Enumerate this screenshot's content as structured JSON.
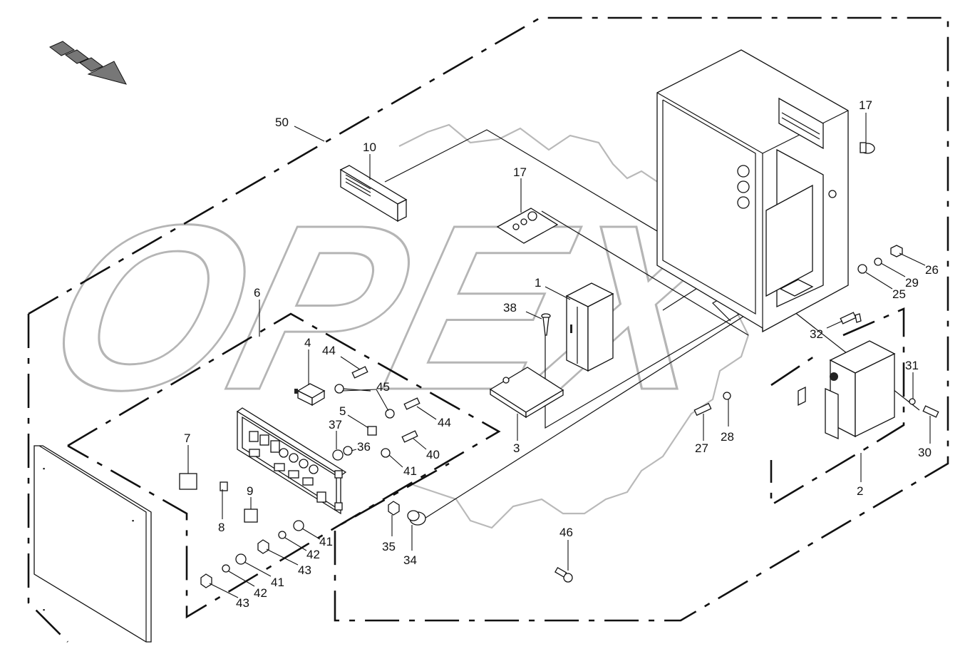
{
  "watermark": {
    "text": "OPEX",
    "color": "#b5b5b5"
  },
  "direction_arrow": {
    "icon": "direction-arrow-icon"
  },
  "callouts": [
    {
      "id": "c50",
      "label": "50"
    },
    {
      "id": "c10",
      "label": "10"
    },
    {
      "id": "c17a",
      "label": "17"
    },
    {
      "id": "c17b",
      "label": "17"
    },
    {
      "id": "c26",
      "label": "26"
    },
    {
      "id": "c29",
      "label": "29"
    },
    {
      "id": "c25",
      "label": "25"
    },
    {
      "id": "c1",
      "label": "1"
    },
    {
      "id": "c38",
      "label": "38"
    },
    {
      "id": "c32",
      "label": "32"
    },
    {
      "id": "c6",
      "label": "6"
    },
    {
      "id": "c4",
      "label": "4"
    },
    {
      "id": "c44a",
      "label": "44"
    },
    {
      "id": "c45",
      "label": "45"
    },
    {
      "id": "c44b",
      "label": "44"
    },
    {
      "id": "c5",
      "label": "5"
    },
    {
      "id": "c37",
      "label": "37"
    },
    {
      "id": "c36",
      "label": "36"
    },
    {
      "id": "c40",
      "label": "40"
    },
    {
      "id": "c41a",
      "label": "41"
    },
    {
      "id": "c7",
      "label": "7"
    },
    {
      "id": "c3",
      "label": "3"
    },
    {
      "id": "c31",
      "label": "31"
    },
    {
      "id": "c30",
      "label": "30"
    },
    {
      "id": "c27",
      "label": "27"
    },
    {
      "id": "c28",
      "label": "28"
    },
    {
      "id": "c2",
      "label": "2"
    },
    {
      "id": "c8",
      "label": "8"
    },
    {
      "id": "c9",
      "label": "9"
    },
    {
      "id": "c35",
      "label": "35"
    },
    {
      "id": "c34",
      "label": "34"
    },
    {
      "id": "c46",
      "label": "46"
    },
    {
      "id": "c41b",
      "label": "41"
    },
    {
      "id": "c42a",
      "label": "42"
    },
    {
      "id": "c43a",
      "label": "43"
    },
    {
      "id": "c41c",
      "label": "41"
    },
    {
      "id": "c42b",
      "label": "42"
    },
    {
      "id": "c43b",
      "label": "43"
    }
  ]
}
